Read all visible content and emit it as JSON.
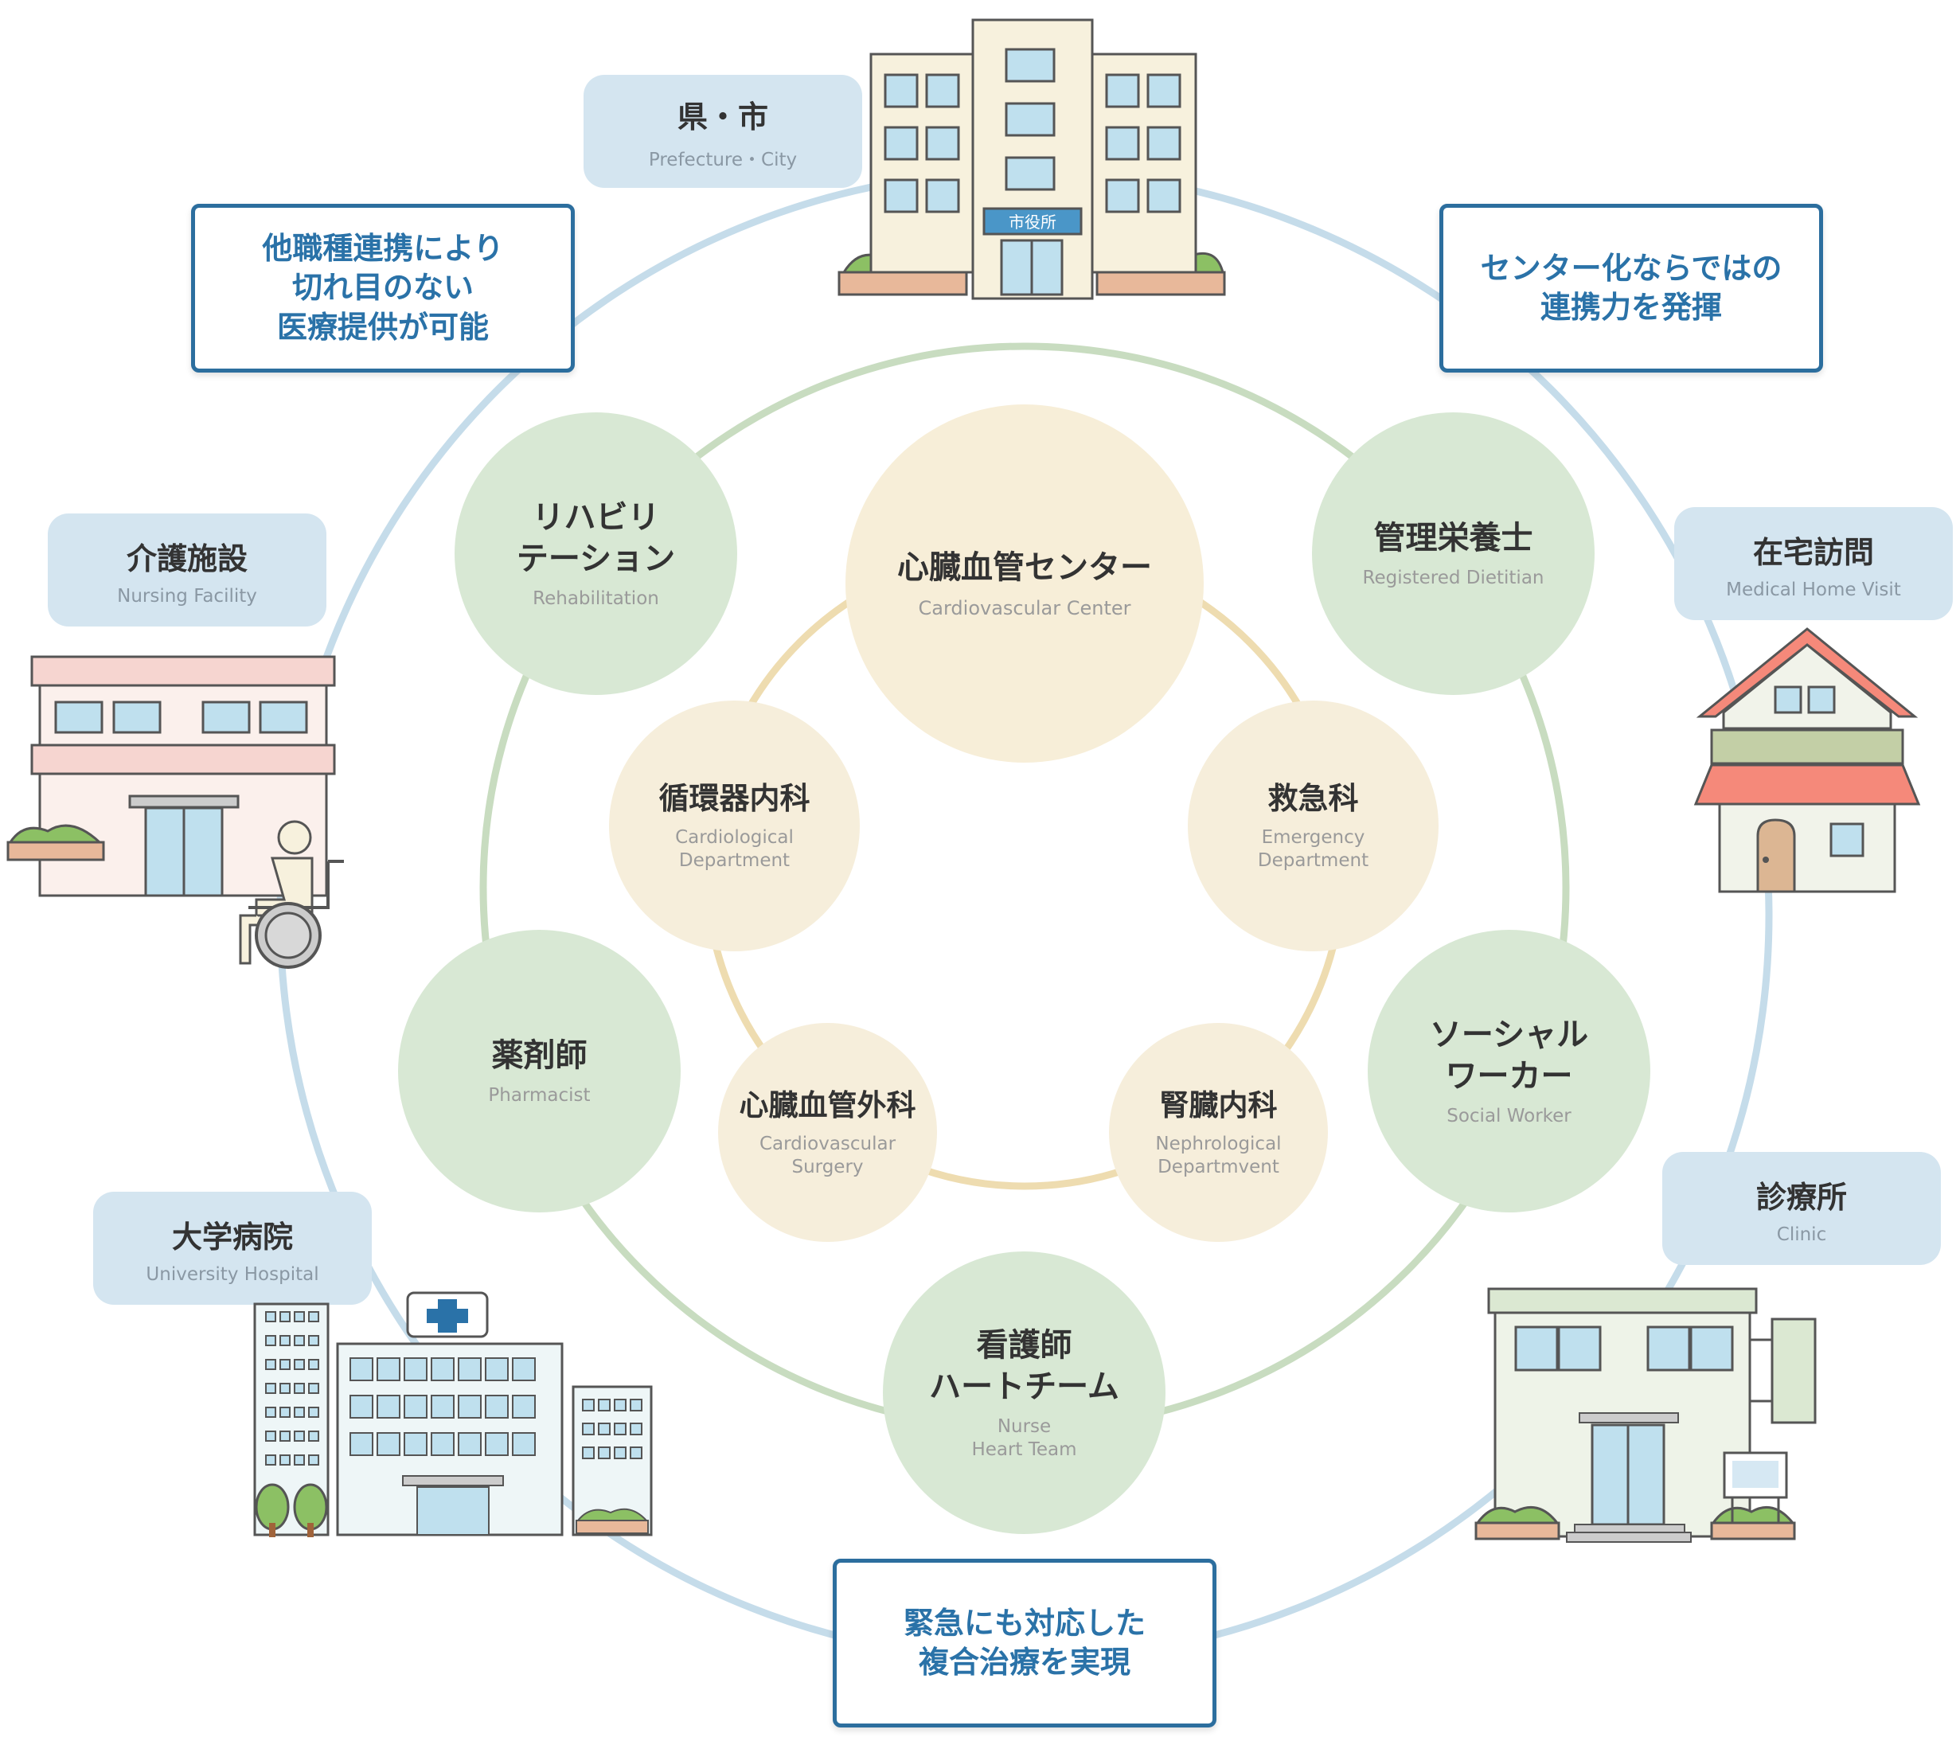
{
  "center": {
    "jp": "心臓血管センター",
    "en": "Cardiovascular Center"
  },
  "inner": [
    {
      "jp": "循環器内科",
      "en": "Cardiological\nDepartment"
    },
    {
      "jp": "救急科",
      "en": "Emergency\nDepartment"
    },
    {
      "jp": "心臓血管外科",
      "en": "Cardiovascular\nSurgery"
    },
    {
      "jp": "腎臓内科",
      "en": "Nephrological\nDepartmvent"
    }
  ],
  "middle": [
    {
      "jp": "リハビリ\nテーション",
      "en": "Rehabilitation"
    },
    {
      "jp": "管理栄養士",
      "en": "Registered Dietitian"
    },
    {
      "jp": "薬剤師",
      "en": "Pharmacist"
    },
    {
      "jp": "ソーシャル\nワーカー",
      "en": "Social Worker"
    },
    {
      "jp": "看護師\nハートチーム",
      "en": "Nurse\nHeart Team"
    }
  ],
  "outer": [
    {
      "jp": "県・市",
      "en": "Prefecture・City"
    },
    {
      "jp": "介護施設",
      "en": "Nursing Facility"
    },
    {
      "jp": "在宅訪問",
      "en": "Medical Home Visit"
    },
    {
      "jp": "大学病院",
      "en": "University Hospital"
    },
    {
      "jp": "診療所",
      "en": "Clinic"
    }
  ],
  "callouts": [
    "他職種連携により\n切れ目のない\n医療提供が可能",
    "センター化ならではの\n連携力を発揮",
    "緊急にも対応した\n複合治療を実現"
  ],
  "city_hall_sign": "市役所",
  "colors": {
    "outer_ring": "#c5dcea",
    "middle_ring": "#c8dcc0",
    "inner_ring": "#eedcb0",
    "callout_border": "#2c6e9e",
    "callout_text": "#2a72a8",
    "label_bg": "#d4e5f0"
  },
  "icons": [
    "city-hall-icon",
    "nursing-facility-icon",
    "wheelchair-icon",
    "house-icon",
    "university-hospital-icon",
    "clinic-icon"
  ]
}
